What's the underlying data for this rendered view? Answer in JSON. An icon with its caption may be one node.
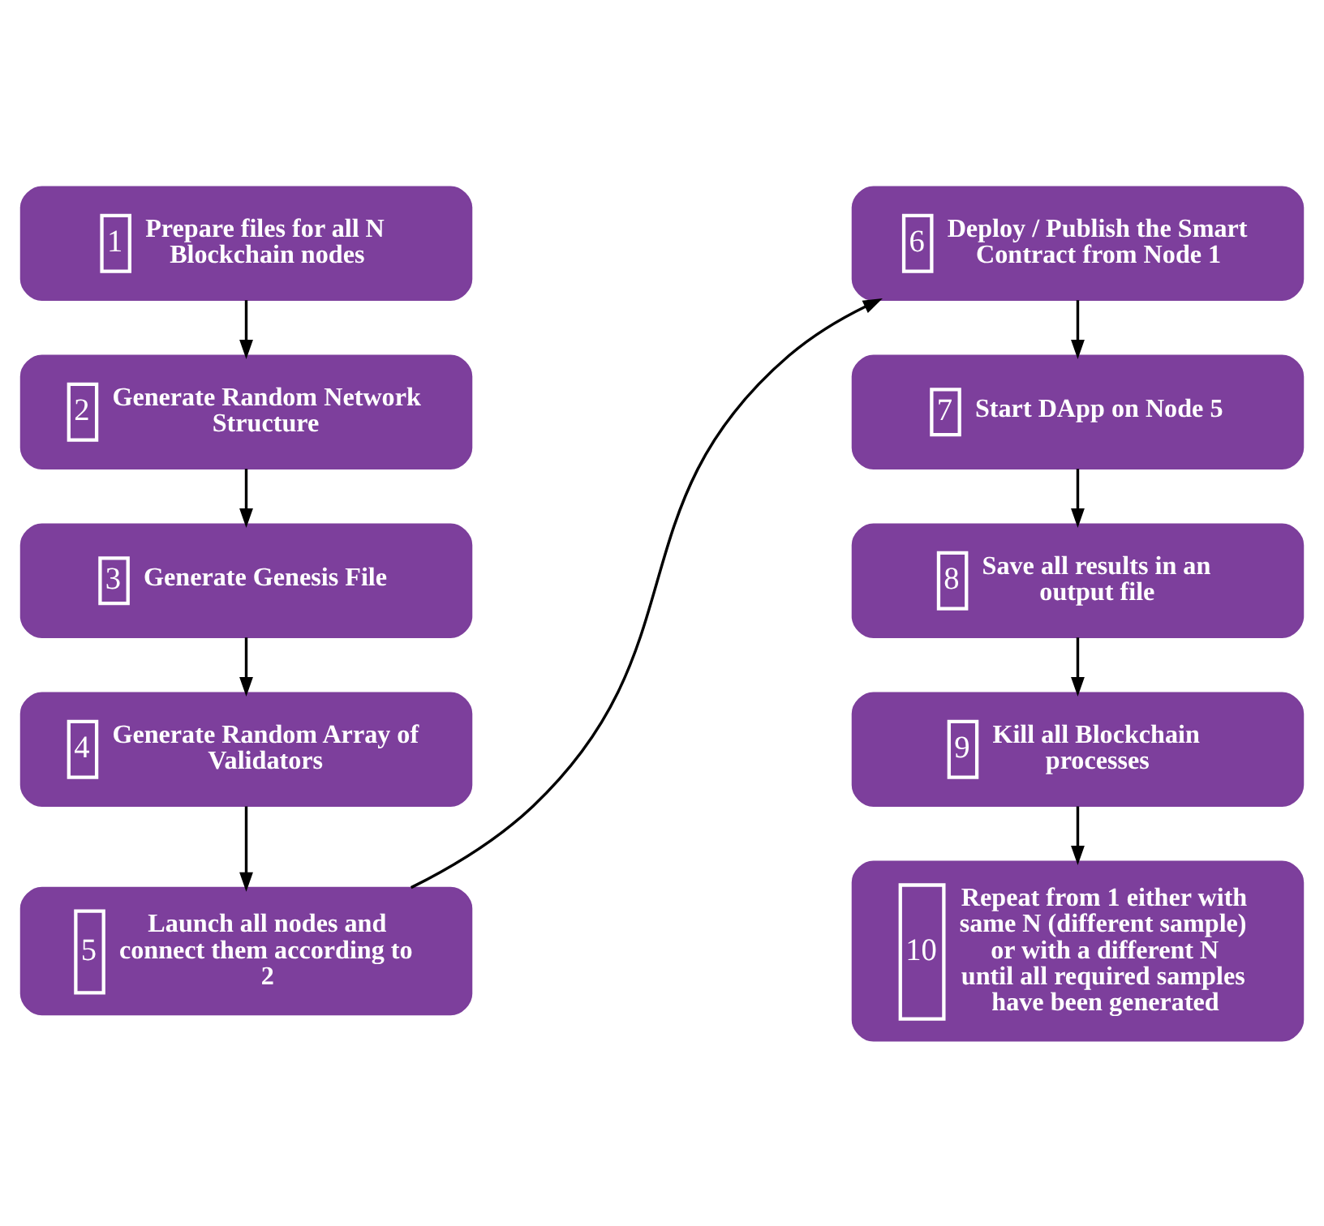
{
  "diagram": {
    "nodes": [
      {
        "text": [
          "1",
          "Prepare files for all N Blockchain nodes"
        ]
      },
      {
        "text": [
          "2",
          "Generate Random Network Structure"
        ]
      },
      {
        "text": [
          "3",
          "Generate Genesis File"
        ]
      },
      {
        "text": [
          "4",
          "Generate Random Array of Validators"
        ]
      },
      {
        "text": [
          "5",
          "Launch all nodes and connect them according to 2"
        ]
      },
      {
        "text": [
          "6",
          "Deploy / Publish the Smart Contract from Node 1"
        ]
      },
      {
        "text": [
          "7",
          "Start DApp on Node 5"
        ]
      },
      {
        "text": [
          "8",
          "Save all results in an output file"
        ]
      },
      {
        "text": [
          "9",
          "Kill all Blockchain processes"
        ]
      },
      {
        "text": [
          "10",
          "Repeat from 1 either with same N (different sample) or with a different N until all required samples have been generated"
        ]
      }
    ],
    "edges": [
      {
        "from": 0,
        "to": 1,
        "arrow": "to"
      },
      {
        "from": 1,
        "to": 2,
        "arrow": "to"
      },
      {
        "from": 2,
        "to": 3,
        "arrow": "to"
      },
      {
        "from": 3,
        "to": 4,
        "arrow": "to"
      },
      {
        "from": 4,
        "to": 5,
        "arrow": "to"
      },
      {
        "from": 5,
        "to": 6,
        "arrow": "to"
      },
      {
        "from": 6,
        "to": 7,
        "arrow": "to"
      },
      {
        "from": 7,
        "to": 8,
        "arrow": "to"
      },
      {
        "from": 8,
        "to": 9,
        "arrow": "to"
      }
    ]
  }
}
